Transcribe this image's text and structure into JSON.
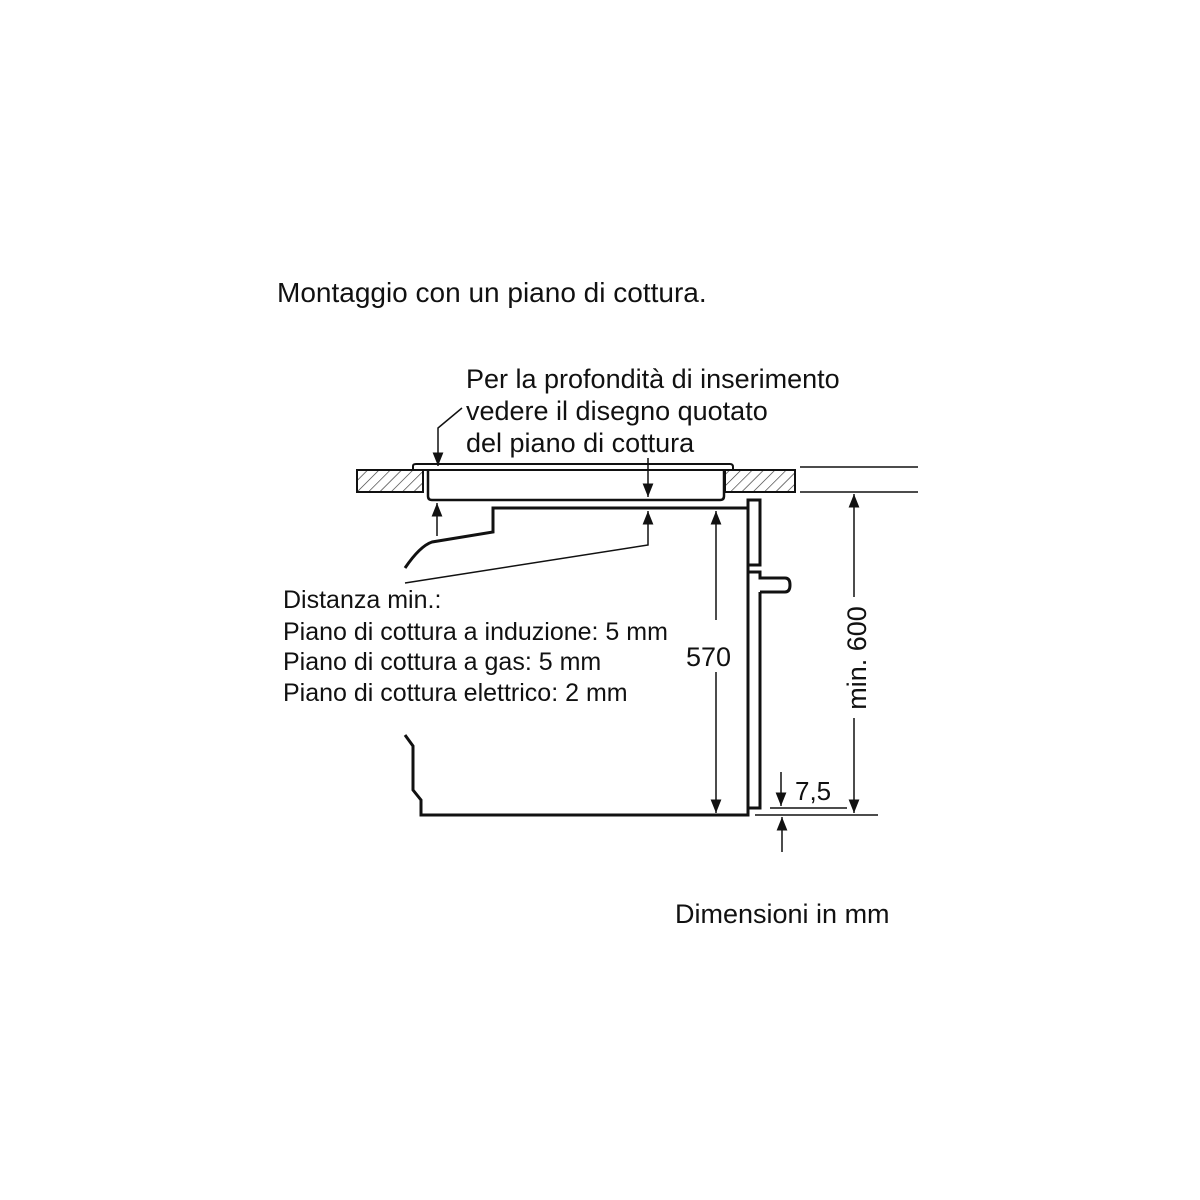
{
  "title": "Montaggio con un piano di cottura.",
  "note": {
    "line1": "Per la profondità di inserimento",
    "line2": "vedere il disegno quotato",
    "line3": "del piano di cottura"
  },
  "distances": {
    "heading": "Distanza min.:",
    "induction": "Piano di cottura a induzione: 5 mm",
    "gas": "Piano di cottura a gas: 5 mm",
    "electric": "Piano di cottura elettrico: 2 mm"
  },
  "dimensions": {
    "oven_height": "570",
    "min_height": "min. 600",
    "bottom_offset": "7,5"
  },
  "units_note": "Dimensioni in mm"
}
